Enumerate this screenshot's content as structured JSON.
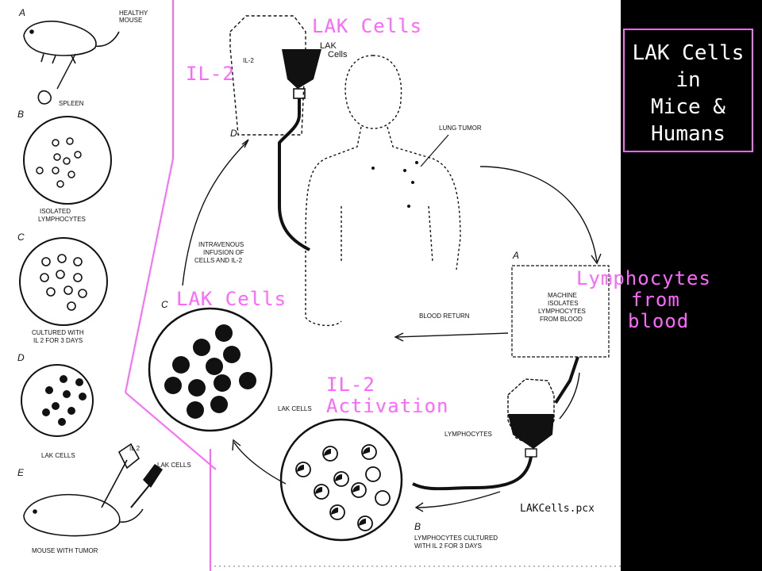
{
  "title_box": {
    "lines": [
      "LAK Cells",
      "in",
      "Mice &",
      "Humans"
    ]
  },
  "overlay_labels": {
    "lak_cells_top": "LAK Cells",
    "il2_top": "IL-2",
    "lak_cells_mid": "LAK Cells",
    "il2_activation_1": "IL-2",
    "il2_activation_2": "Activation",
    "lymphocytes_1": "Lymphocytes",
    "lymphocytes_2": "from",
    "lymphocytes_3": "blood"
  },
  "mouse_panel": {
    "step_a": "a",
    "healthy_mouse_1": "HEALTHY",
    "healthy_mouse_2": "MOUSE",
    "spleen": "SPLEEN",
    "step_b": "b",
    "isolated_1": "ISOLATED",
    "isolated_2": "LYMPHOCYTES",
    "step_c": "c",
    "cultured_1": "CULTURED WITH",
    "cultured_2": "IL 2 FOR 3 DAYS",
    "step_d": "d",
    "lak_cells": "LAK CELLS",
    "step_e": "e",
    "il2": "IL 2",
    "lak_cells_e": "LAK CELLS",
    "mouse_with_tumor": "MOUSE WITH TUMOR"
  },
  "human_panel": {
    "bag_lak_1": "LAK",
    "bag_lak_2": "Cells",
    "bag_il2": "IL-2",
    "step_d": "d",
    "lung_tumor": "LUNG TUMOR",
    "infusion_1": "INTRAVENOUS",
    "infusion_2": "INFUSION OF",
    "infusion_3": "CELLS AND IL-2",
    "step_c": "c",
    "step_a": "a",
    "machine_1": "MACHINE",
    "machine_2": "ISOLATES",
    "machine_3": "LYMPHOCYTES",
    "machine_4": "FROM BLOOD",
    "blood_return": "BLOOD RETURN",
    "lak_cells_small": "LAK CELLS",
    "lymphocytes_bag": "LYMPHOCYTES",
    "step_b": "b",
    "cultured_1": "LYMPHOCYTES CULTURED",
    "cultured_2": "WITH IL 2 FOR 3 DAYS"
  },
  "filename": "LAKCells.pcx",
  "colors": {
    "accent": "#ff66ff",
    "background": "#000000",
    "paper": "#ffffff"
  }
}
